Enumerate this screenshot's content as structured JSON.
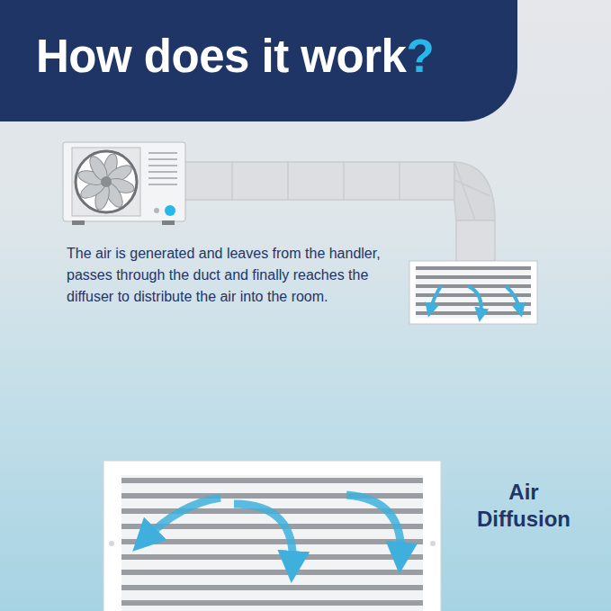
{
  "diagram": {
    "title": "How does it work?",
    "labels": [
      "The air is generated and leaves from the handler, passes through the duct and finally reaches the diffuser to distribute the air into the room.",
      "Air Diffusion"
    ]
  }
}
